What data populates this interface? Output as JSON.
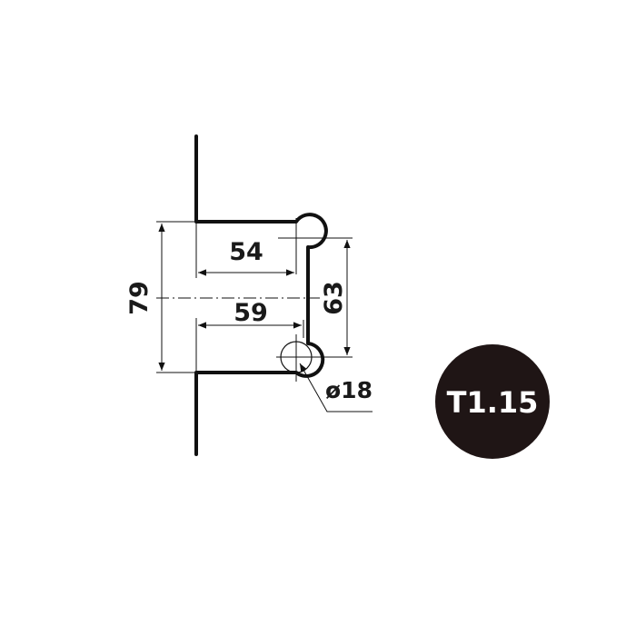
{
  "drawing": {
    "dimensions": {
      "width_top": "54",
      "width_middle": "59",
      "height_outer": "79",
      "height_inner": "63",
      "diameter": "ø18"
    },
    "badge": {
      "label": "T1.15",
      "color": "#1f1515"
    },
    "line_color": "#111111"
  }
}
